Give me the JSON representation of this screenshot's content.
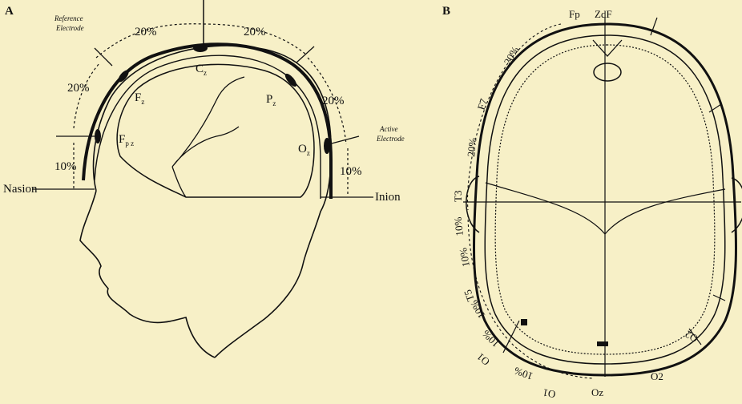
{
  "colors": {
    "background": "#f7f0c7",
    "ink": "#111111"
  },
  "panel_a": {
    "letter": "A",
    "electrodes": {
      "cz": "C",
      "cz_sub": "z",
      "fz": "F",
      "fz_sub": "z",
      "pz": "P",
      "pz_sub": "z",
      "fpz": "F",
      "fpz_sub": "p z",
      "oz": "O",
      "oz_sub": "z"
    },
    "percents": {
      "p20_left_top": "20%",
      "p20_right_top": "20%",
      "p20_front": "20%",
      "p20_back": "20%",
      "p10_front": "10%",
      "p10_back": "10%"
    },
    "reference_label_1": "Reference",
    "reference_label_2": "Electrode",
    "active_label_1": "Active",
    "active_label_2": "Electrode",
    "nasion": "Nasion",
    "inion": "Inion"
  },
  "panel_b": {
    "letter": "B",
    "labels": {
      "fpz_top": "ZdF",
      "fp_top": "Fp",
      "f7": "F7",
      "t3": "T3",
      "t5": "T5",
      "o1": "O1",
      "oz": "Oz",
      "o2": "O2",
      "f3_left": "20%",
      "p_left": "20%",
      "t_left": "10%",
      "o_left": "10%",
      "oz_left": "10%",
      "left_lower": "10%",
      "right_bottom_1": "10%",
      "o2_label": "O2"
    }
  }
}
